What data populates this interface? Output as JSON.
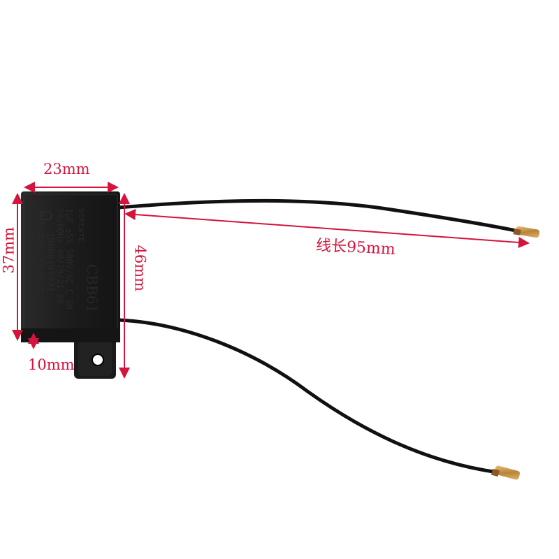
{
  "dimensions": {
    "width": "23mm",
    "height": "37mm",
    "side_height": "46mm",
    "tab": "10mm",
    "wire_length": "线长95mm"
  },
  "capacitor_markings": {
    "brand": "VCREATE",
    "model": "CBB61",
    "spec_line": "1μF ±5% 500V/AC C SH",
    "freq_line": "50/60Hz  40/70/21 S0",
    "serial": "18006197021",
    "maker": "慈溪市鑫恒电子有限公司"
  },
  "colors": {
    "annotation": "#d4143c",
    "capacitor_body": "#1e1e1e",
    "wire": "#111111",
    "terminal": "#c89a4a"
  }
}
